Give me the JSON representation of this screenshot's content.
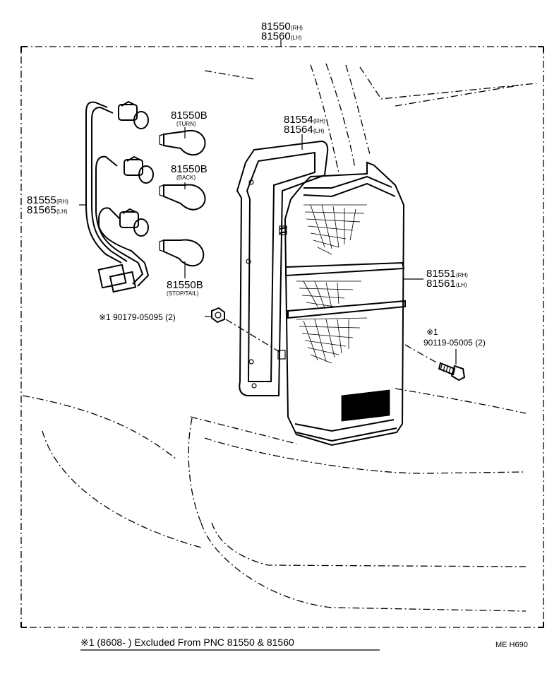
{
  "assembly": {
    "part": "81550",
    "rh": "(RH)",
    "part_lh": "81560",
    "lh": "(LH)"
  },
  "bulbs": {
    "turn": {
      "part": "81550B",
      "note": "(TURN)"
    },
    "back": {
      "part": "81550B",
      "note": "(BACK)"
    },
    "stop_tail": {
      "part": "81550B",
      "note": "(STOP/TAIL)"
    }
  },
  "socket_wire": {
    "part_rh": "81555",
    "rh": "(RH)",
    "part_lh": "81565",
    "lh": "(LH)"
  },
  "gasket": {
    "part_rh": "81554",
    "rh": "(RH)",
    "part_lh": "81564",
    "lh": "(LH)"
  },
  "lens": {
    "part_rh": "81551",
    "rh": "(RH)",
    "part_lh": "81561",
    "lh": "(LH)"
  },
  "nut": {
    "text": "※1 90179-05095  (2)"
  },
  "screw": {
    "mark": "※1",
    "text": "90119-05005  (2)"
  },
  "footnote": {
    "text": "※1 (8608-         ) Excluded From PNC 81550 & 81560"
  },
  "ref_code": "ME H690"
}
